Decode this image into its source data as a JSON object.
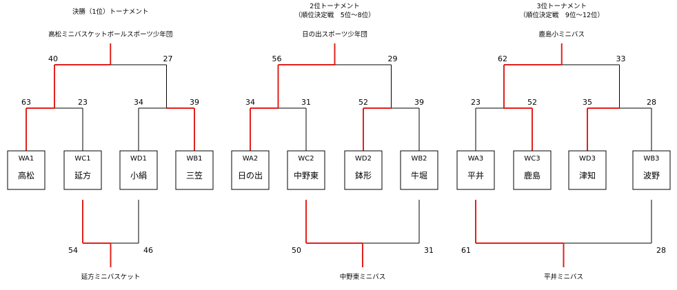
{
  "colors": {
    "winner_line": "#e0201b",
    "line": "#000000",
    "box_border": "#000000"
  },
  "tournaments": [
    {
      "title_lines": [
        "決勝（1位）トーナメント"
      ],
      "champion": "高松ミニバスケットボールスポーツ少年団",
      "teams": [
        {
          "code": "WA1",
          "name": "高松"
        },
        {
          "code": "WC1",
          "name": "延方"
        },
        {
          "code": "WD1",
          "name": "小絹"
        },
        {
          "code": "WB1",
          "name": "三笠"
        }
      ],
      "semi1": {
        "score_a": "63",
        "score_b": "23",
        "winner": "a"
      },
      "semi2": {
        "score_a": "34",
        "score_b": "39",
        "winner": "b"
      },
      "final": {
        "score_a": "40",
        "score_b": "27",
        "winner": "a"
      },
      "placement": {
        "score_a": "54",
        "score_b": "46",
        "winner": "a",
        "winner_name": "延方ミニバスケット"
      }
    },
    {
      "title_lines": [
        "2位トーナメント",
        "（順位決定戦　5位～8位）"
      ],
      "champion": "日の出スポーツ少年団",
      "teams": [
        {
          "code": "WA2",
          "name": "日の出"
        },
        {
          "code": "WC2",
          "name": "中野東"
        },
        {
          "code": "WD2",
          "name": "鉢形"
        },
        {
          "code": "WB2",
          "name": "牛堀"
        }
      ],
      "semi1": {
        "score_a": "34",
        "score_b": "31",
        "winner": "a"
      },
      "semi2": {
        "score_a": "52",
        "score_b": "39",
        "winner": "a"
      },
      "final": {
        "score_a": "56",
        "score_b": "29",
        "winner": "a"
      },
      "placement": {
        "score_a": "50",
        "score_b": "31",
        "winner": "a",
        "winner_name": "中野東ミニバス"
      }
    },
    {
      "title_lines": [
        "3位トーナメント",
        "（順位決定戦　9位～12位）"
      ],
      "champion": "鹿島小ミニバス",
      "teams": [
        {
          "code": "WA3",
          "name": "平井"
        },
        {
          "code": "WC3",
          "name": "鹿島"
        },
        {
          "code": "WD3",
          "name": "津知"
        },
        {
          "code": "WB3",
          "name": "波野"
        }
      ],
      "semi1": {
        "score_a": "23",
        "score_b": "52",
        "winner": "b"
      },
      "semi2": {
        "score_a": "35",
        "score_b": "28",
        "winner": "a"
      },
      "final": {
        "score_a": "62",
        "score_b": "33",
        "winner": "a"
      },
      "placement": {
        "score_a": "61",
        "score_b": "28",
        "winner": "a",
        "winner_name": "平井ミニバス"
      }
    }
  ]
}
